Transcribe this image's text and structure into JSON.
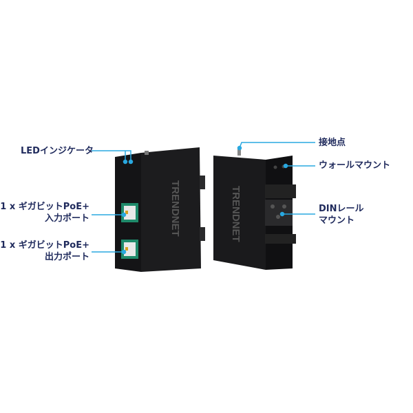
{
  "product": {
    "brand": "TRENDnet",
    "logo_text": "TRENDNET"
  },
  "callouts": {
    "led": "LEDインジケータ",
    "poe_in_line1": "1 x ギガビットPoE+",
    "poe_in_line2": "入力ポート",
    "poe_out_line1": "1 x ギガビットPoE+",
    "poe_out_line2": "出力ポート",
    "ground": "接地点",
    "wall_mount": "ウォールマウント",
    "din_line1": "DINレール",
    "din_line2": "マウント"
  },
  "colors": {
    "callout_line": "#29a8e0",
    "label_text": "#1f2a5c",
    "port_accent": "#1f8a6a"
  }
}
